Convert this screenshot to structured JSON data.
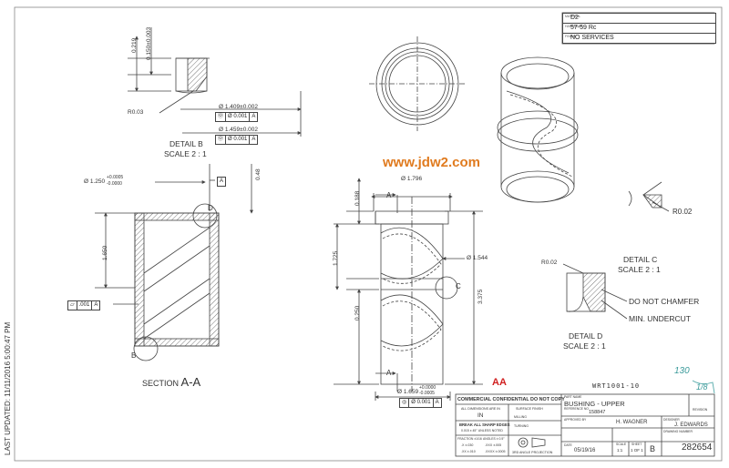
{
  "watermark": "www.jdw2.com",
  "last_updated": "LAST UPDATED: 11/11/2016 5:00:47 PM",
  "material_block": {
    "material_label": "MATERIAL",
    "material": "D2",
    "hardness_label": "HARDNESS",
    "hardness": "57-59 Rc",
    "finish_label": "FINISH",
    "finish": "NO SERVICES"
  },
  "detail_b": {
    "title": "DETAIL B",
    "scale": "SCALE 2 : 1",
    "dim_height": "0.219",
    "dim_groove": "0.150±0.003",
    "radius": "R0.03",
    "dia_1": "Ø 1.409±0.002",
    "dia_2": "Ø 1.459±0.002",
    "fcf_symbol": "Ⓞ",
    "fcf_tol": "Ø 0.001",
    "fcf_datum": "A"
  },
  "section_aa": {
    "title_prefix": "SECTION",
    "title_letters": "A-A",
    "top_dia": "Ø 1.250",
    "top_tol_plus": "+0.0005",
    "top_tol_minus": "-0.0000",
    "datum": "A",
    "dim_right": "0.48",
    "dim_left": "1.650",
    "flatness_tol": ".001",
    "flatness_datum": "A",
    "detail_d_callout": "D",
    "detail_b_callout": "B"
  },
  "front_view": {
    "top_dia": "Ø 1.796",
    "top_offset": "0.188",
    "mid_dim": "1.725",
    "groove_dia": "Ø 1.544",
    "bottom_dim": "0.250",
    "overall_length": "3.375",
    "section_label_top": "A",
    "section_label_bottom": "A",
    "detail_c_callout": "C",
    "bottom_dia": "Ø 1.659",
    "bottom_tol_plus": "+0.0000",
    "bottom_tol_minus": "-0.0005",
    "fcf_tol": "Ø 0.001",
    "fcf_datum": "A"
  },
  "detail_c": {
    "title": "DETAIL C",
    "scale": "SCALE 2 : 1",
    "radius": "R0.02"
  },
  "detail_d": {
    "title": "DETAIL D",
    "scale": "SCALE 2 : 1",
    "radius": "R0.02",
    "note_1": "DO NOT CHAMFER",
    "note_2": "MIN. UNDERCUT"
  },
  "stamps": {
    "aa": "AA",
    "part_code": "WRT1001-10",
    "handwritten_1": "130",
    "handwritten_2": "1/8"
  },
  "title_block": {
    "confidential": "COMMERCIAL CONFIDENTIAL DO NOT COPY",
    "dims_in_label": "ALL DIMENSIONS ARE IN",
    "dims_in": "IN",
    "surface_finish_label": "SURFACE FINISH",
    "milling": "MILLING",
    "turning": "TURNING",
    "break_edges": "BREAK ALL SHARP EDGES",
    "break_edges_sub": "0.015 x 45° UNLESS NOTED",
    "tol_frac_label": "FRACTION ±1/16",
    "tol_angle_label": "ANGLES ± 0.5°",
    "tol_2place": ".X ±.030",
    "tol_3place": ".XXX ±.005",
    "tol_2b": ".XX ±.010",
    "tol_4place": ".XXXX ±.0005",
    "projection": "3RD ANGLE PROJECTION",
    "part_name_label": "PART NAME",
    "part_name": "BUSHING - UPPER",
    "reference_label": "REFERENCE NO",
    "reference": "158847",
    "approved_label": "APPROVED BY",
    "approved": "H. WAGNER",
    "designer_label": "DESIGNER",
    "designer": "J. EDWARDS",
    "revision_label": "REVISION",
    "date_label": "DATE",
    "date": "05/19/16",
    "scale_label": "SCALE",
    "scale": "1:1",
    "sheet_label": "SHEET",
    "sheet": "1 OF 1",
    "size": "B",
    "drawing_no_label": "DRAWING NUMBER",
    "drawing_no": "282654"
  }
}
